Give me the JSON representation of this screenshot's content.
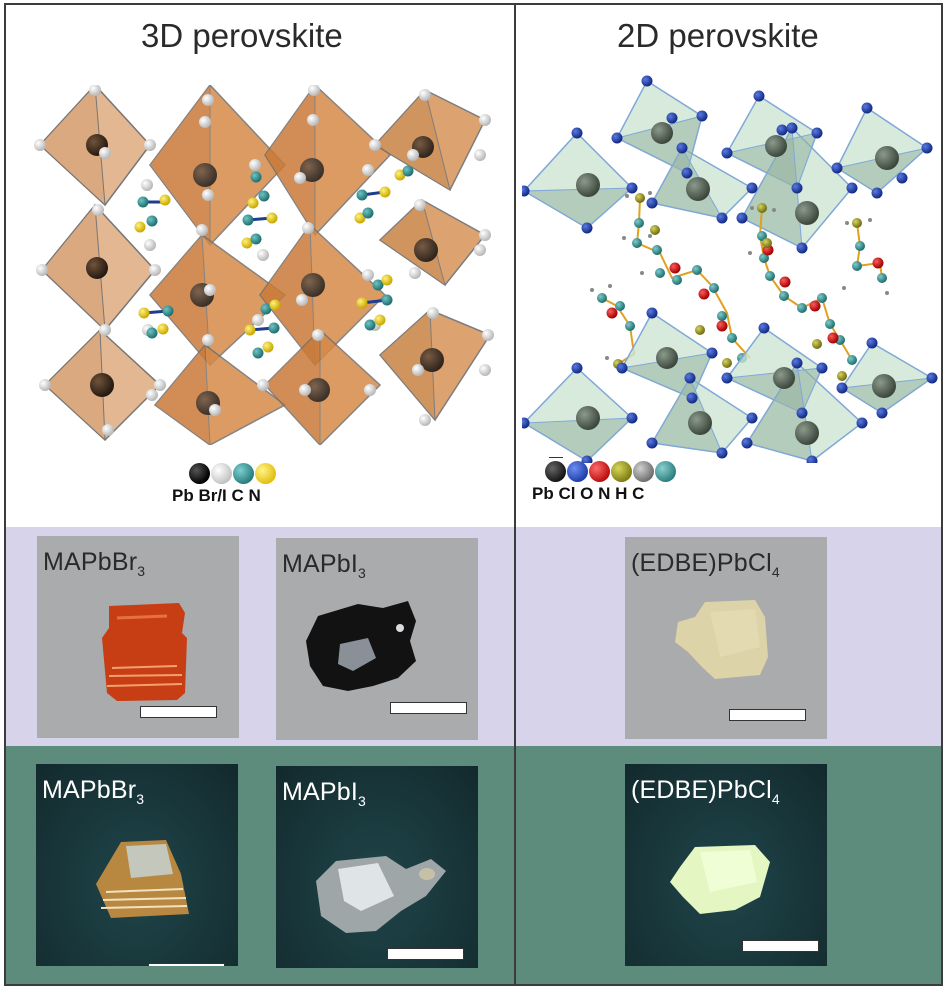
{
  "panels": {
    "left": {
      "title": "3D perovskite",
      "legend": {
        "items": [
          {
            "symbol": "Pb",
            "color": "#111111"
          },
          {
            "symbol": "Br/I",
            "color": "#e6e6e6"
          },
          {
            "symbol": "C",
            "color": "#2f8c8c"
          },
          {
            "symbol": "N",
            "color": "#f0d020"
          }
        ],
        "labels_text": "Pb Br/I  C  N"
      },
      "structure_colors": {
        "octahedron": "#d7925a",
        "octahedron_edge": "#7a7a7a",
        "center_atom": "#2b1a0e",
        "vertex_atom": "#f2f2f2"
      }
    },
    "right": {
      "title": "2D perovskite",
      "legend": {
        "items": [
          {
            "symbol": "Pb",
            "color": "#222222"
          },
          {
            "symbol": "Cl",
            "color": "#2a4fb5"
          },
          {
            "symbol": "O",
            "color": "#d01818"
          },
          {
            "symbol": "N",
            "color": "#9c9a20"
          },
          {
            "symbol": "H",
            "color": "#9a9a9a"
          },
          {
            "symbol": "C",
            "color": "#3a9090"
          }
        ],
        "labels_text": "Pb Cl O N H  C"
      },
      "structure_colors": {
        "octahedron": "#cfe6d6",
        "octahedron_edge": "#7fa8d8",
        "center_atom": "#5a6a5a",
        "vertex_atom": "#1e3aa0"
      }
    }
  },
  "rows": {
    "ambient_light": {
      "band_color": "#d6d3ea",
      "photos": [
        {
          "formula": "MAPbBr",
          "subscript": "3",
          "crystal_color": "#d24a1e"
        },
        {
          "formula": "MAPbI",
          "subscript": "3",
          "crystal_color": "#141414"
        },
        {
          "formula": "(EDBE)PbCl",
          "subscript": "4",
          "crystal_color": "#e8dcb0"
        }
      ]
    },
    "uv_light": {
      "band_color": "#5e8c7c",
      "photos": [
        {
          "formula": "MAPbBr",
          "subscript": "3",
          "crystal_color": "#c9a060"
        },
        {
          "formula": "MAPbI",
          "subscript": "3",
          "crystal_color": "#c8ccd0"
        },
        {
          "formula": "(EDBE)PbCl",
          "subscript": "4",
          "crystal_color": "#e6f8c0"
        }
      ]
    }
  }
}
